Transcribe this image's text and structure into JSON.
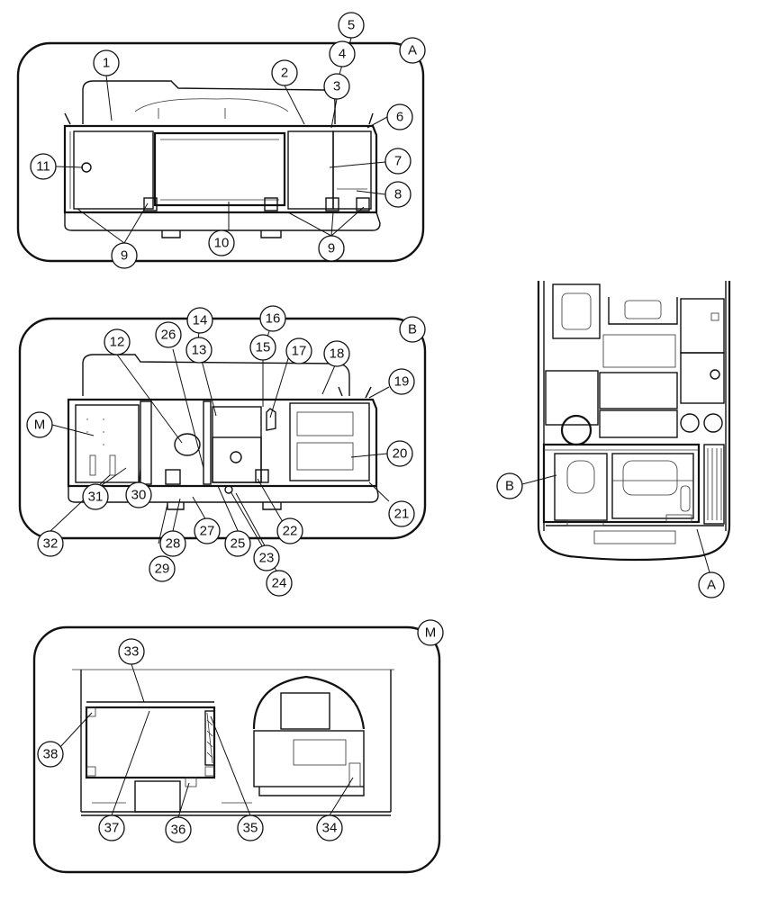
{
  "views": {
    "A": {
      "label": "A"
    },
    "B": {
      "label": "B"
    },
    "M": {
      "label": "M"
    }
  },
  "callouts_view_a": [
    "1",
    "2",
    "3",
    "4",
    "5",
    "6",
    "7",
    "8",
    "9",
    "9",
    "9",
    "9",
    "10",
    "11"
  ],
  "callouts_view_b": [
    "12",
    "13",
    "14",
    "15",
    "16",
    "17",
    "18",
    "19",
    "20",
    "21",
    "22",
    "23",
    "24",
    "25",
    "26",
    "27",
    "28",
    "29",
    "30",
    "31",
    "32",
    "M"
  ],
  "callouts_view_m": [
    "33",
    "34",
    "35",
    "36",
    "37",
    "38"
  ],
  "overview_labels": [
    "B",
    "A"
  ]
}
